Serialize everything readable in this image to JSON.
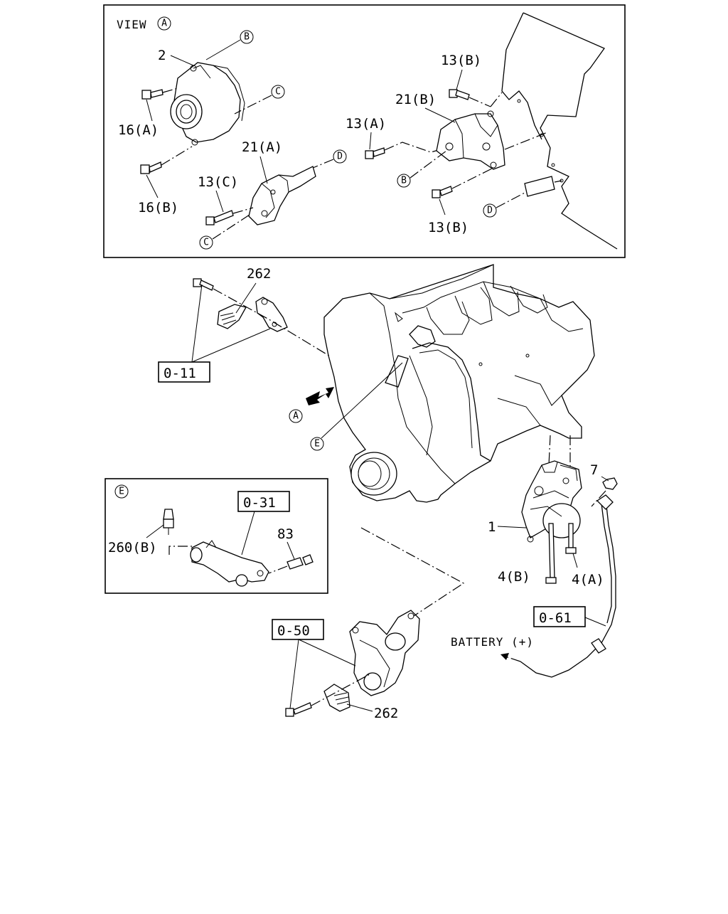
{
  "view_a": {
    "title": "VIEW",
    "title_circle": "A",
    "labels": {
      "p2": "2",
      "p16a": "16(A)",
      "p16b": "16(B)",
      "p21a": "21(A)",
      "p13c": "13(C)",
      "p13a": "13(A)",
      "p21b": "21(B)",
      "p13b_top": "13(B)",
      "p13b_bottom": "13(B)"
    },
    "circles": {
      "b1": "B",
      "c1": "C",
      "d1": "D",
      "c2": "C",
      "b2": "B",
      "d2": "D"
    }
  },
  "main": {
    "labels": {
      "p262_top": "262",
      "ref_011": "0-11",
      "view_arrow": "A",
      "e_marker": "E",
      "p7": "7",
      "p1": "1",
      "p4b": "4(B)",
      "p4a": "4(A)",
      "ref_061": "0-61",
      "battery": "BATTERY (+)",
      "ref_050": "0-50",
      "p262_bottom": "262"
    }
  },
  "view_e": {
    "title_circle": "E",
    "labels": {
      "ref_031": "0-31",
      "p260b": "260(B)",
      "p83": "83"
    }
  }
}
